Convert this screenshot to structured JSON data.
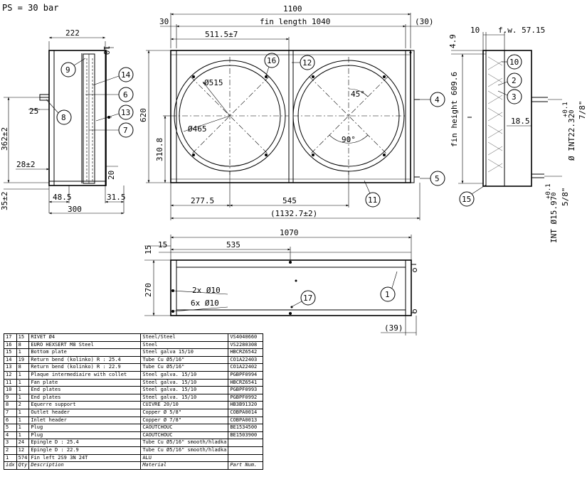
{
  "header_note": "PS = 30 bar",
  "side_view": {
    "dims": {
      "width": "222",
      "ten": "10",
      "h362": "362±2",
      "d25": "25",
      "d28": "28±2",
      "d20": "20",
      "d35": "35±2",
      "d48": "48.5",
      "d31": "31.5",
      "d300": "300"
    },
    "callouts": [
      "9",
      "8",
      "14",
      "6",
      "13",
      "7"
    ]
  },
  "front_view": {
    "dims": {
      "overall": "1100",
      "left": "30",
      "fin_length": "fin length 1040",
      "right": "(30)",
      "d511": "511.5±7",
      "d515": "Ø515",
      "d465": "Ø465",
      "d620": "620",
      "d310": "310.8",
      "a45": "45°",
      "a90": "90°",
      "d277": "277.5",
      "d545": "545",
      "d1132": "(1132.7±2)"
    },
    "callouts": [
      "16",
      "12",
      "4",
      "5",
      "11"
    ]
  },
  "right_view": {
    "dims": {
      "ten": "10",
      "fw": "f.w. 57.15",
      "d49": "4.9",
      "fin_height": "fin height 609.6",
      "d18": "18.5",
      "int22": "Ø INT22.32",
      "int22_tol": "+0.1",
      "int22_tol2": "0",
      "seven_eighths": "7/8\"",
      "int15": "INT Ø15.97",
      "int15_tol": "+0.1",
      "int15_tol2": "0",
      "five_eighths": "5/8\""
    },
    "callouts": [
      "10",
      "2",
      "3",
      "15"
    ]
  },
  "bottom_view": {
    "dims": {
      "d1070": "1070",
      "d15": "15",
      "d535": "535",
      "d270": "270",
      "holes1": "2x Ø10",
      "holes2": "6x Ø10",
      "d39": "(39)"
    },
    "callouts": [
      "1",
      "17"
    ]
  },
  "bom": {
    "headers": [
      "idx",
      "Qty",
      "Description",
      "Material",
      "Part Num."
    ],
    "rows": [
      [
        "17",
        "15",
        "RIVET Ø4",
        "Steel/Steel",
        "VS4040660"
      ],
      [
        "16",
        "8",
        "EURO HEXSERT M8 Steel",
        "Steel",
        "VS2280308"
      ],
      [
        "15",
        "1",
        "Bottom plate",
        "Steel galva 15/10",
        "HBCRZ6542"
      ],
      [
        "14",
        "19",
        "Return bend (kolinko) R : 25.4",
        "Tube Cu Ø5/16\"",
        "CO1A22403"
      ],
      [
        "13",
        "8",
        "Return bend (kolinko) R : 22.9",
        "Tube Cu Ø5/16\"",
        "CO1A22402"
      ],
      [
        "12",
        "1",
        "Plaque intermediaire with collet",
        "Steel galva. 15/10",
        "PGBPF0994"
      ],
      [
        "11",
        "1",
        "Fan plate",
        "Steel galva. 15/10",
        "HBCRZ6541"
      ],
      [
        "10",
        "1",
        "End plates",
        "Steel galva. 15/10",
        "PGBPF0993"
      ],
      [
        "9",
        "1",
        "End plates",
        "Steel galva. 15/10",
        "PGBPF0992"
      ],
      [
        "8",
        "2",
        "Equerre support",
        "CUIVRE 20/10",
        "HB3B91320"
      ],
      [
        "7",
        "1",
        "Outlet header",
        "Copper Ø 5/8\"",
        "COBPA0014"
      ],
      [
        "6",
        "1",
        "Inlet header",
        "Copper Ø 7/8\"",
        "COBPA0013"
      ],
      [
        "5",
        "1",
        "Plug",
        "CAOUTCHOUC",
        "BE1534500"
      ],
      [
        "4",
        "1",
        "Plug",
        "CAOUTCHOUC",
        "BE1503900"
      ],
      [
        "3",
        "24",
        "Epingle D : 25.4",
        "Tube Cu Ø5/16\" smooth/hladka",
        ""
      ],
      [
        "2",
        "12",
        "Epingle D : 22.9",
        "Tube Cu Ø5/16\" smooth/hladka",
        ""
      ],
      [
        "1",
        "574",
        "Fin left 2S9 3N 24T",
        "ALU",
        ""
      ]
    ]
  }
}
